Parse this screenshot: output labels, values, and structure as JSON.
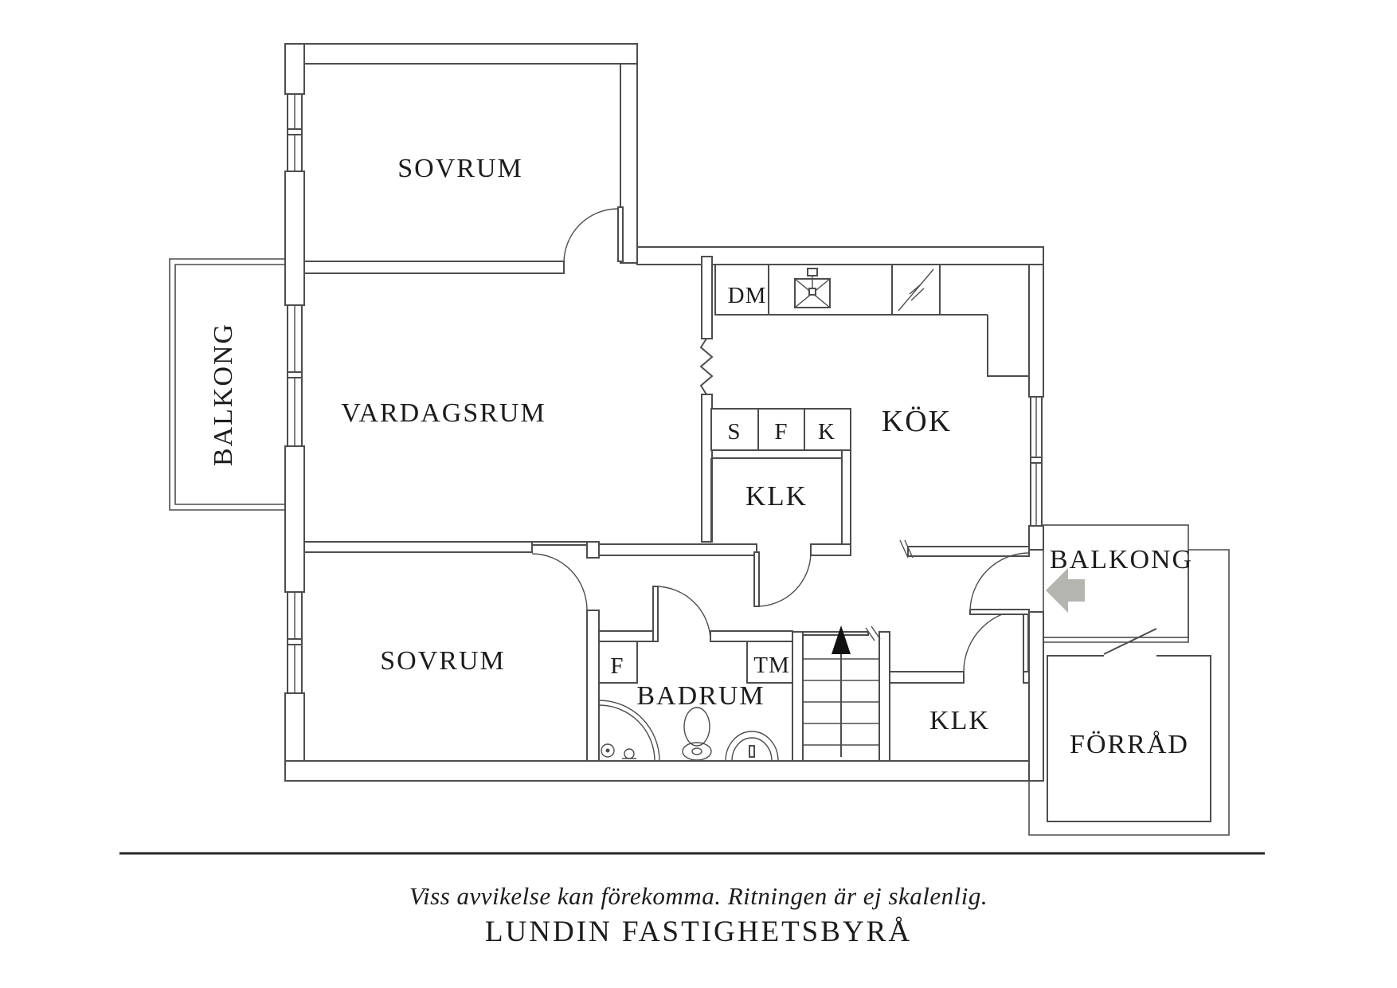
{
  "rooms": {
    "bedroom_top": "SOVRUM",
    "living_room": "VARDAGSRUM",
    "bedroom_bottom": "SOVRUM",
    "kitchen": "KÖK",
    "closet_upper": "KLK",
    "closet_lower": "KLK",
    "bathroom": "BADRUM",
    "balcony_left": "BALKONG",
    "balcony_right": "BALKONG",
    "storage": "FÖRRÅD"
  },
  "appliances": {
    "dishwasher": "DM",
    "pantry": "S",
    "freezer": "F",
    "fridge": "K",
    "bathroom_cabinet": "F",
    "washing_machine": "TM"
  },
  "icons": {
    "entry_arrow": "entry-direction-arrow",
    "sink": "kitchen-sink-icon",
    "stove": "stove-icon",
    "shower": "shower-icon",
    "toilet": "toilet-icon",
    "washbasin": "washbasin-icon",
    "stairs": "staircase-up-arrow"
  },
  "colors": {
    "wall_line": "#4d4d4d",
    "text": "#1c1c1c",
    "entry_arrow_fill": "#b5b5b0",
    "background": "#ffffff"
  },
  "footer": {
    "disclaimer": "Viss avvikelse kan förekomma. Ritningen är ej skalenlig.",
    "brand": "LUNDIN FASTIGHETSBYRÅ"
  }
}
